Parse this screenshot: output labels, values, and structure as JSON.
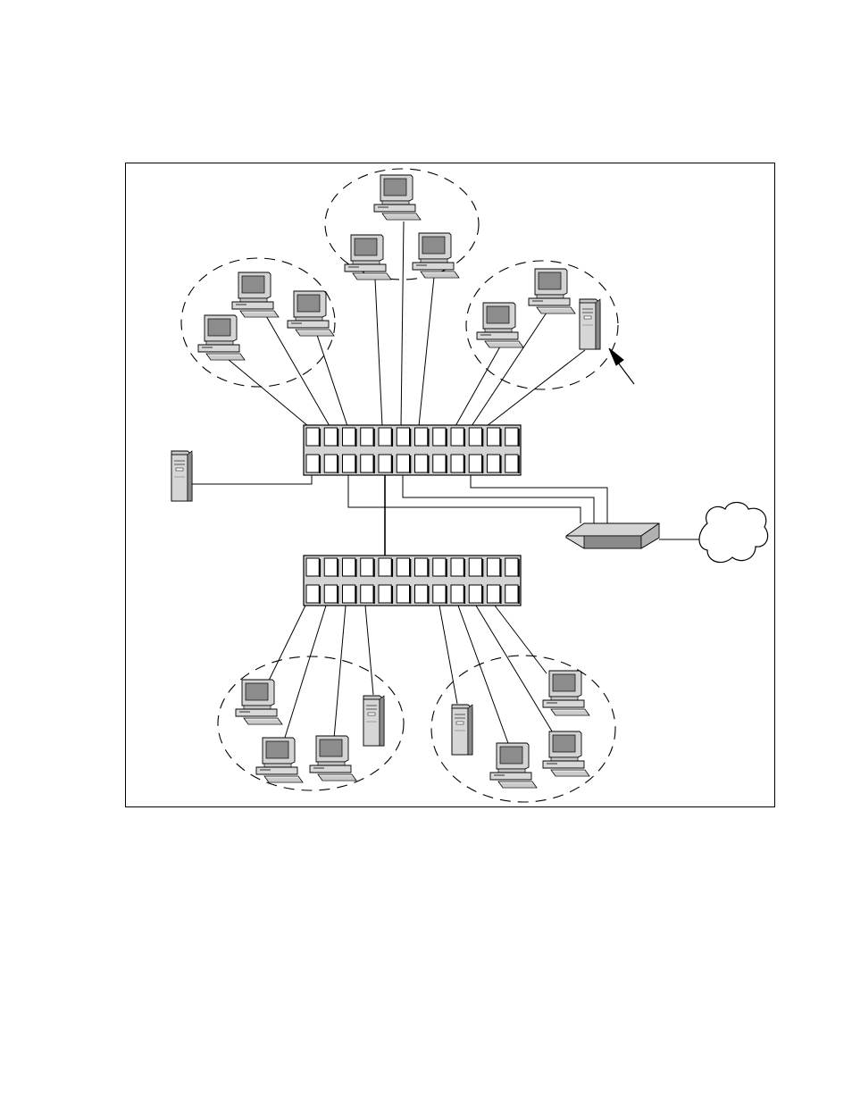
{
  "figure": {
    "kind": "network-topology",
    "colors": {
      "line": "#000000",
      "device_fill": "#d4d4d4",
      "device_dark": "#8a8a8a",
      "screen": "#8c8c8c",
      "port_fill": "#ffffff",
      "background": "#ffffff"
    },
    "icons": {
      "workstation": "computer-icon",
      "server": "server-tower-icon",
      "switch": "switch-icon",
      "router": "router-icon",
      "internet": "cloud-icon",
      "pointer": "arrow-icon"
    },
    "switches": [
      {
        "id": "switch-upper",
        "port_rows": 2,
        "ports_per_row": 12
      },
      {
        "id": "switch-lower",
        "port_rows": 2,
        "ports_per_row": 12
      }
    ],
    "workgroups": [
      {
        "id": "workgroup-top-left",
        "workstations": 3,
        "servers": 0,
        "uplink": "switch-upper"
      },
      {
        "id": "workgroup-top-center",
        "workstations": 3,
        "servers": 0,
        "uplink": "switch-upper"
      },
      {
        "id": "workgroup-top-right",
        "workstations": 2,
        "servers": 1,
        "uplink": "switch-upper"
      },
      {
        "id": "workgroup-bottom-left",
        "workstations": 3,
        "servers": 1,
        "uplink": "switch-lower"
      },
      {
        "id": "workgroup-bottom-right",
        "workstations": 3,
        "servers": 1,
        "uplink": "switch-lower"
      }
    ],
    "standalone": [
      {
        "id": "server-standalone",
        "type": "server",
        "uplink": "switch-upper"
      },
      {
        "id": "router",
        "type": "router",
        "uplink": "switch-upper",
        "uplink_count": 3
      },
      {
        "id": "internet-cloud",
        "type": "cloud",
        "uplink": "router"
      }
    ]
  }
}
